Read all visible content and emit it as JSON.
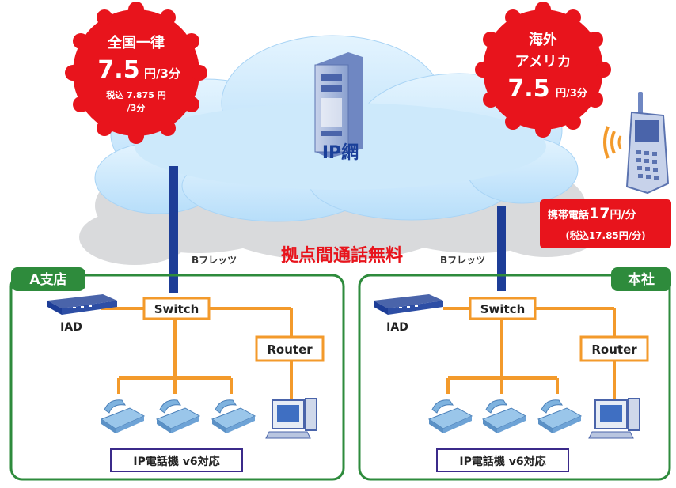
{
  "cloud": {
    "label": "IP網",
    "free_calls": "拠点間通話無料"
  },
  "badge_left": {
    "line1": "全国一律",
    "price": "7.5",
    "unit": "円/3分",
    "tax_line1": "税込 7.875 円",
    "tax_line2": "/3分"
  },
  "badge_right": {
    "line1": "海外",
    "line2": "アメリカ",
    "price": "7.5",
    "unit": "円/3分"
  },
  "mobile": {
    "line1_a": "携帯電話",
    "line1_b": "17",
    "line1_c": "円/分",
    "line2": "(税込17.85円/分)"
  },
  "links": {
    "left": "Bフレッツ",
    "right": "Bフレッツ"
  },
  "branch_left": {
    "name": "A支店",
    "switch": "Switch",
    "iad": "IAD",
    "router": "Router",
    "phones_label": "IP電話機 v6対応"
  },
  "branch_right": {
    "name": "本社",
    "switch": "Switch",
    "iad": "IAD",
    "router": "Router",
    "phones_label": "IP電話機 v6対応"
  },
  "colors": {
    "cloud_blue": "#cfe9fb",
    "cloud_gray": "#d9dadc",
    "badge_red": "#e8141c",
    "line_orange": "#f39a2b",
    "box_green": "#2e8b3c",
    "trunk_navy": "#1d3d97",
    "label_purple": "#3b2a8a"
  }
}
